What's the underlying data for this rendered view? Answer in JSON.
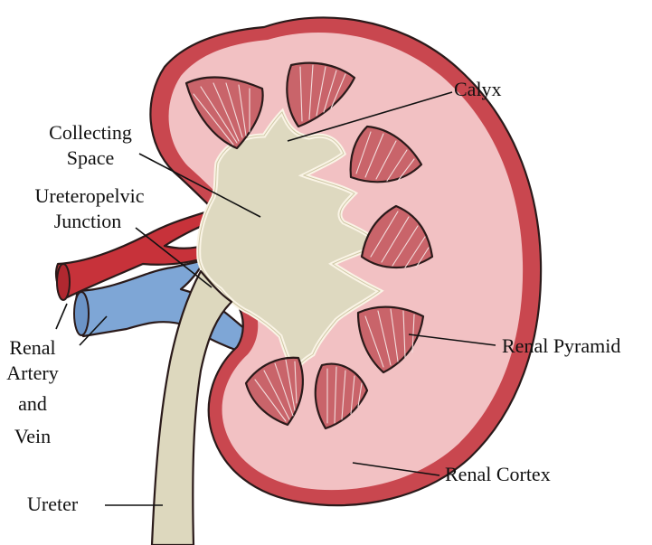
{
  "diagram": {
    "labels": {
      "calyx": "Calyx",
      "collecting_space_line1": "Collecting",
      "collecting_space_line2": "Space",
      "upj_line1": "Ureteropelvic",
      "upj_line2": "Junction",
      "renal_line1": "Renal",
      "renal_line2": "Artery",
      "renal_line3": "and",
      "renal_line4": "Vein",
      "ureter": "Ureter",
      "renal_pyramid": "Renal Pyramid",
      "renal_cortex": "Renal Cortex"
    },
    "colors": {
      "capsule": "#c9474f",
      "cortex": "#f2c1c3",
      "pyramid": "#c9646a",
      "collecting_space": "#ded9c0",
      "ureter": "#ddd8be",
      "artery": "#c7323a",
      "vein": "#7ea6d6",
      "outline": "#2a1a1a"
    }
  }
}
